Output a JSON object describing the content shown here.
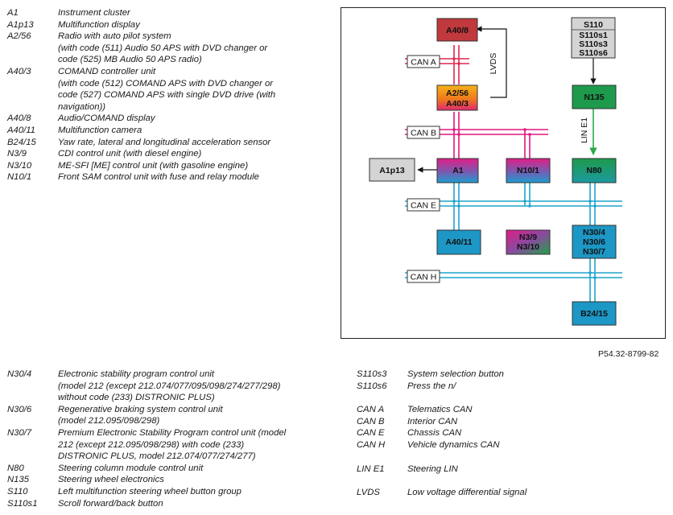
{
  "legend_top": [
    {
      "code": "A1",
      "desc": [
        "Instrument cluster"
      ]
    },
    {
      "code": "A1p13",
      "desc": [
        "Multifunction display"
      ]
    },
    {
      "code": "A2/56",
      "desc": [
        "Radio with auto pilot system",
        "(with code (511) Audio 50 APS with DVD changer or",
        "code (525) MB Audio 50 APS radio)"
      ]
    },
    {
      "code": "A40/3",
      "desc": [
        "COMAND controller unit",
        "(with code (512) COMAND APS with DVD changer or",
        "code (527) COMAND APS with single DVD drive (with",
        "navigation))"
      ]
    },
    {
      "code": "A40/8",
      "desc": [
        "Audio/COMAND display"
      ]
    },
    {
      "code": "A40/11",
      "desc": [
        "Multifunction camera"
      ]
    },
    {
      "code": "B24/15",
      "desc": [
        "Yaw rate, lateral and longitudinal acceleration sensor"
      ]
    },
    {
      "code": "N3/9",
      "desc": [
        "CDI control unit (with diesel engine)"
      ]
    },
    {
      "code": "N3/10",
      "desc": [
        "ME-SFI [ME] control unit (with gasoline engine)"
      ]
    },
    {
      "code": "N10/1",
      "desc": [
        "Front SAM control unit with fuse and relay module"
      ]
    }
  ],
  "legend_bottom_left": [
    {
      "code": "N30/4",
      "desc": [
        "Electronic stability program control unit",
        "(model 212 (except 212.074/077/095/098/274/277/298)",
        "without code (233) DISTRONIC PLUS)"
      ]
    },
    {
      "code": "N30/6",
      "desc": [
        "Regenerative braking system control unit",
        "(model 212.095/098/298)"
      ]
    },
    {
      "code": "N30/7",
      "desc": [
        "Premium Electronic Stability Program control unit (model",
        "212 (except 212.095/098/298) with code (233)",
        "DISTRONIC PLUS, model 212.074/077/274/277)"
      ]
    },
    {
      "code": "N80",
      "desc": [
        "Steering column module control unit"
      ]
    },
    {
      "code": "N135",
      "desc": [
        "Steering wheel electronics"
      ]
    },
    {
      "code": "S110",
      "desc": [
        "Left multifunction steering wheel button group"
      ]
    },
    {
      "code": "S110s1",
      "desc": [
        "Scroll forward/back button"
      ]
    }
  ],
  "legend_bottom_right": {
    "group1": [
      {
        "code": "S110s3",
        "desc": "System selection button"
      },
      {
        "code": "S110s6",
        "desc": "Press the n/"
      }
    ],
    "group2": [
      {
        "code": "CAN A",
        "desc": "Telematics CAN"
      },
      {
        "code": "CAN B",
        "desc": "Interior CAN"
      },
      {
        "code": "CAN E",
        "desc": "Chassis CAN"
      },
      {
        "code": "CAN H",
        "desc": "Vehicle dynamics CAN"
      }
    ],
    "group3": [
      {
        "code": "LIN E1",
        "desc": "Steering LIN"
      }
    ],
    "group4": [
      {
        "code": "LVDS",
        "desc": "Low voltage differential signal"
      }
    ]
  },
  "figure_id": "P54.32-8799-82",
  "diagram": {
    "boxes": {
      "a40_8": "A40/8",
      "a2_56": "A2/56",
      "a40_3": "A40/3",
      "s110": "S110",
      "s110s1": "S110s1",
      "s110s3": "S110s3",
      "s110s6": "S110s6",
      "n135": "N135",
      "a1p13": "A1p13",
      "a1": "A1",
      "n10_1": "N10/1",
      "n80": "N80",
      "a40_11": "A40/11",
      "n3_9": "N3/9",
      "n3_10": "N3/10",
      "n30_4": "N30/4",
      "n30_6": "N30/6",
      "n30_7": "N30/7",
      "b24_15": "B24/15"
    },
    "bus_labels": {
      "can_a": "CAN A",
      "can_b": "CAN B",
      "can_e": "CAN E",
      "can_h": "CAN H",
      "lvds": "LVDS",
      "lin_e1": "LIN E1"
    },
    "colors": {
      "can_a": "#e0284f",
      "can_b": "#e0177e",
      "can_e": "#1fa3cc",
      "can_h": "#1fa3cc",
      "a40_8": "#c0393c",
      "n135": "#1e9a4c",
      "n80": "#1e9a4c",
      "a40_11": "#1d97c5",
      "b24_15": "#1d97c5",
      "n30": "#1d97c5",
      "gray_box": "#d4d4d4",
      "lin": "#2ea84a"
    }
  }
}
